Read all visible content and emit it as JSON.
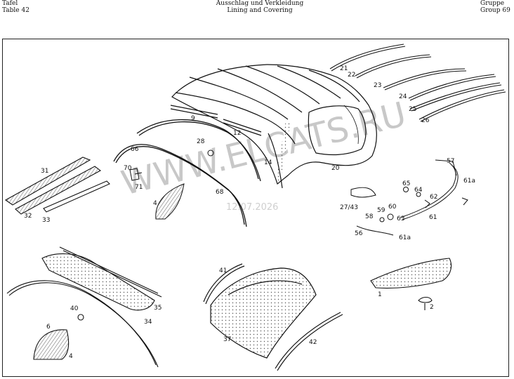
{
  "header": {
    "left": {
      "line1": "Tafel",
      "line2_prefix": "Table",
      "number": "42"
    },
    "center": {
      "line1": "Ausschlag und Verkleidung",
      "line2": "Lining and Covering"
    },
    "right": {
      "line1": "Gruppe",
      "line2_prefix": "Group",
      "number": "69"
    }
  },
  "watermark": {
    "text": "WWW.ELCATS.RU",
    "date": "12.07.2026"
  },
  "callouts": {
    "c1": "1",
    "c2": "2",
    "c4a": "4",
    "c4b": "4",
    "c6": "6",
    "c9": "9",
    "c12": "12",
    "c14": "14",
    "c20": "20",
    "c21": "21",
    "c22": "22",
    "c23": "23",
    "c24": "24",
    "c25": "25",
    "c26": "26",
    "c27": "27/43",
    "c28": "28",
    "c31": "31",
    "c32": "32",
    "c33": "33",
    "c34": "34",
    "c35": "35",
    "c37": "37",
    "c40": "40",
    "c41": "41",
    "c42": "42",
    "c56": "56",
    "c57": "57",
    "c58": "58",
    "c59": "59",
    "c60": "60",
    "c61": "61",
    "c61a_top": "61a",
    "c61a_bottom": "61a",
    "c62": "62",
    "c63": "63",
    "c64": "64",
    "c65": "65",
    "c66": "66",
    "c68": "68",
    "c70": "70",
    "c71": "71"
  }
}
